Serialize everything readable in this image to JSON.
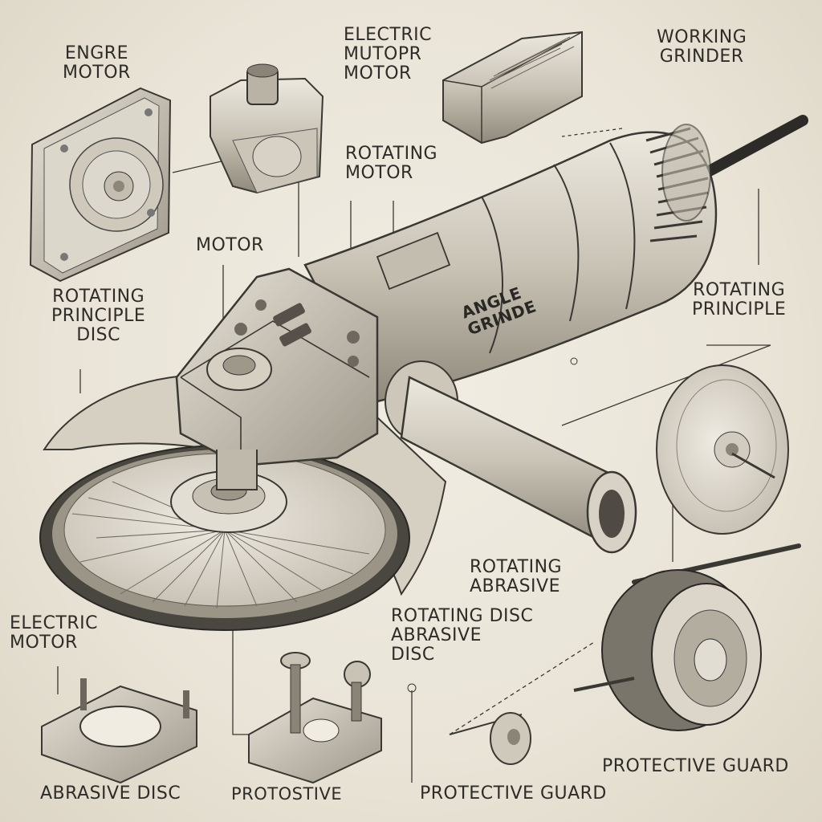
{
  "labels": {
    "engre_motor": "ENGRE\nMOTOR",
    "electric_motopr_motor": "ELECTRIC\nMUTOPR\nMOTOR",
    "working_grinder": "WORKING\nGRINDER",
    "rotating_motor": "ROTATING\nMOTOR",
    "motor": "MOTOR",
    "rotating_principle_disc": "ROTATING\nPRINCIPLE\nDISC",
    "rotating_principle": "ROTATING\nPRINCIPLE",
    "rotating_abrasive": "ROTATING\nABRASIVE",
    "rotating_disc_abrasive_disc": "ROTATING DISC\nABRASIVE\nDISC",
    "electric_motor": "ELECTRIC\nMOTOR",
    "abrasive_disc": "ABRASIVE DISC",
    "protostive": "PROTOSTIVE",
    "protective_guard_bottom": "PROTECTIVE GUARD",
    "protective_guard_right": "PROTECTIVE GUARD",
    "tool_brand": "ANGLE\nGRINDE"
  },
  "colors": {
    "paper": "#ebe6da",
    "ink": "#2e2c28",
    "metal_light": "#d9d4c8",
    "metal_mid": "#b5afa2",
    "metal_dark": "#6b665c"
  },
  "icons": [
    "angle-grinder-illustration",
    "motor-mount-plate-icon",
    "motor-housing-icon",
    "brush-block-icon",
    "rotating-disc-icon",
    "wire-wheel-icon",
    "mount-bracket-icon",
    "bolt-bracket-icon",
    "small-disc-icon"
  ]
}
